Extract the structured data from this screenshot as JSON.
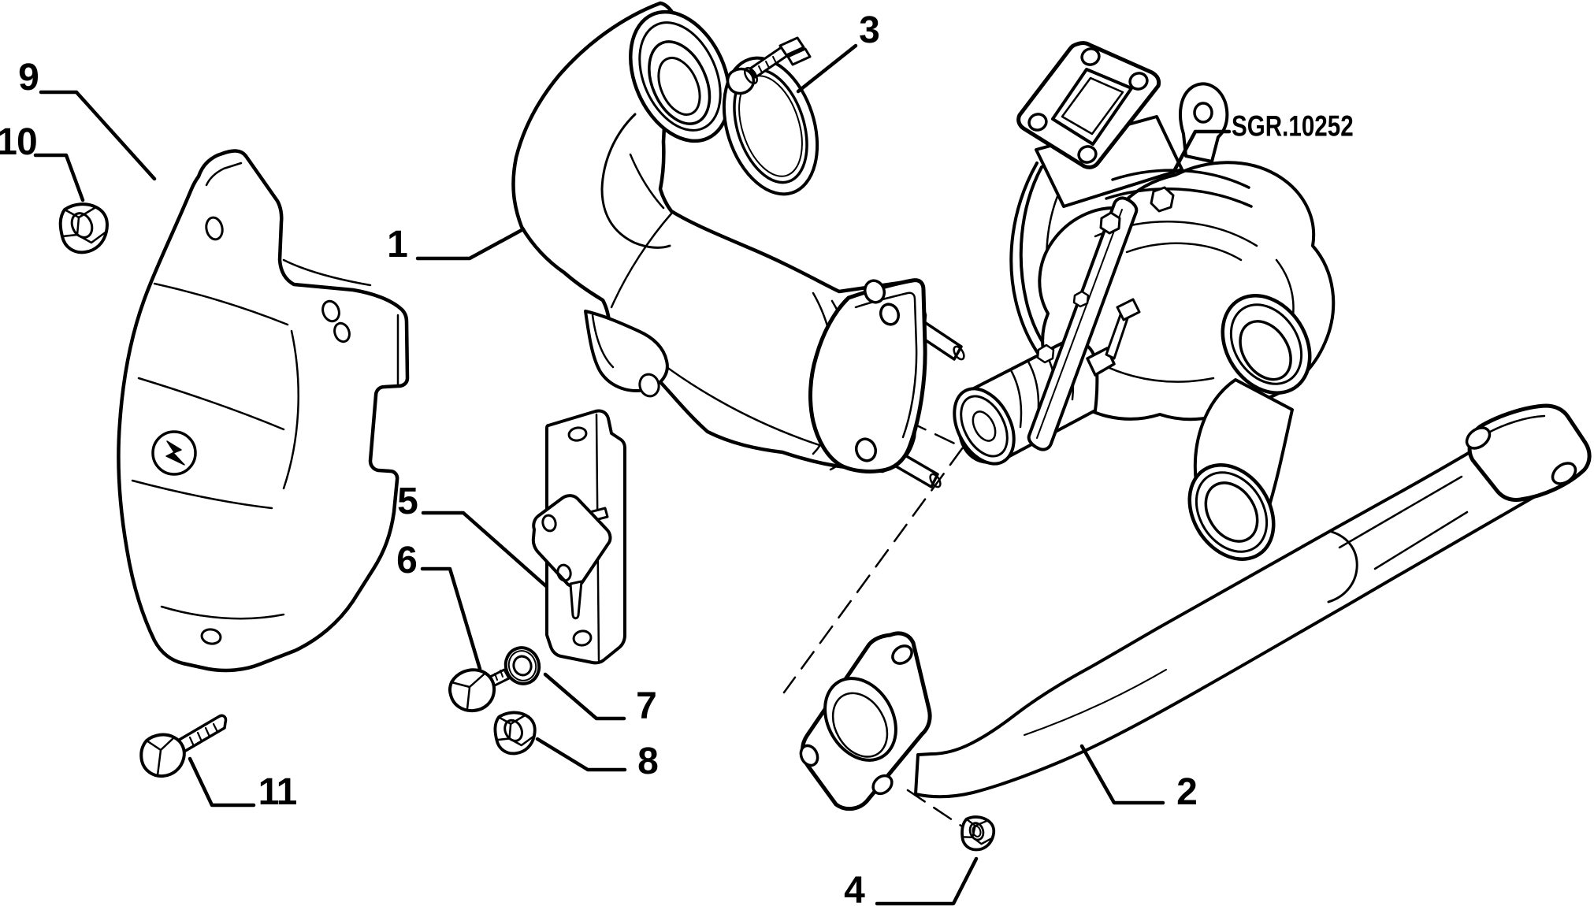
{
  "page": {
    "background": "#ffffff",
    "ink": "#000000"
  },
  "diagram": {
    "reference_code": "SGR.10252",
    "callouts": [
      {
        "label": "1"
      },
      {
        "label": "2"
      },
      {
        "label": "3"
      },
      {
        "label": "4"
      },
      {
        "label": "5"
      },
      {
        "label": "6"
      },
      {
        "label": "7"
      },
      {
        "label": "8"
      },
      {
        "label": "9"
      },
      {
        "label": "10"
      },
      {
        "label": "11"
      }
    ]
  }
}
